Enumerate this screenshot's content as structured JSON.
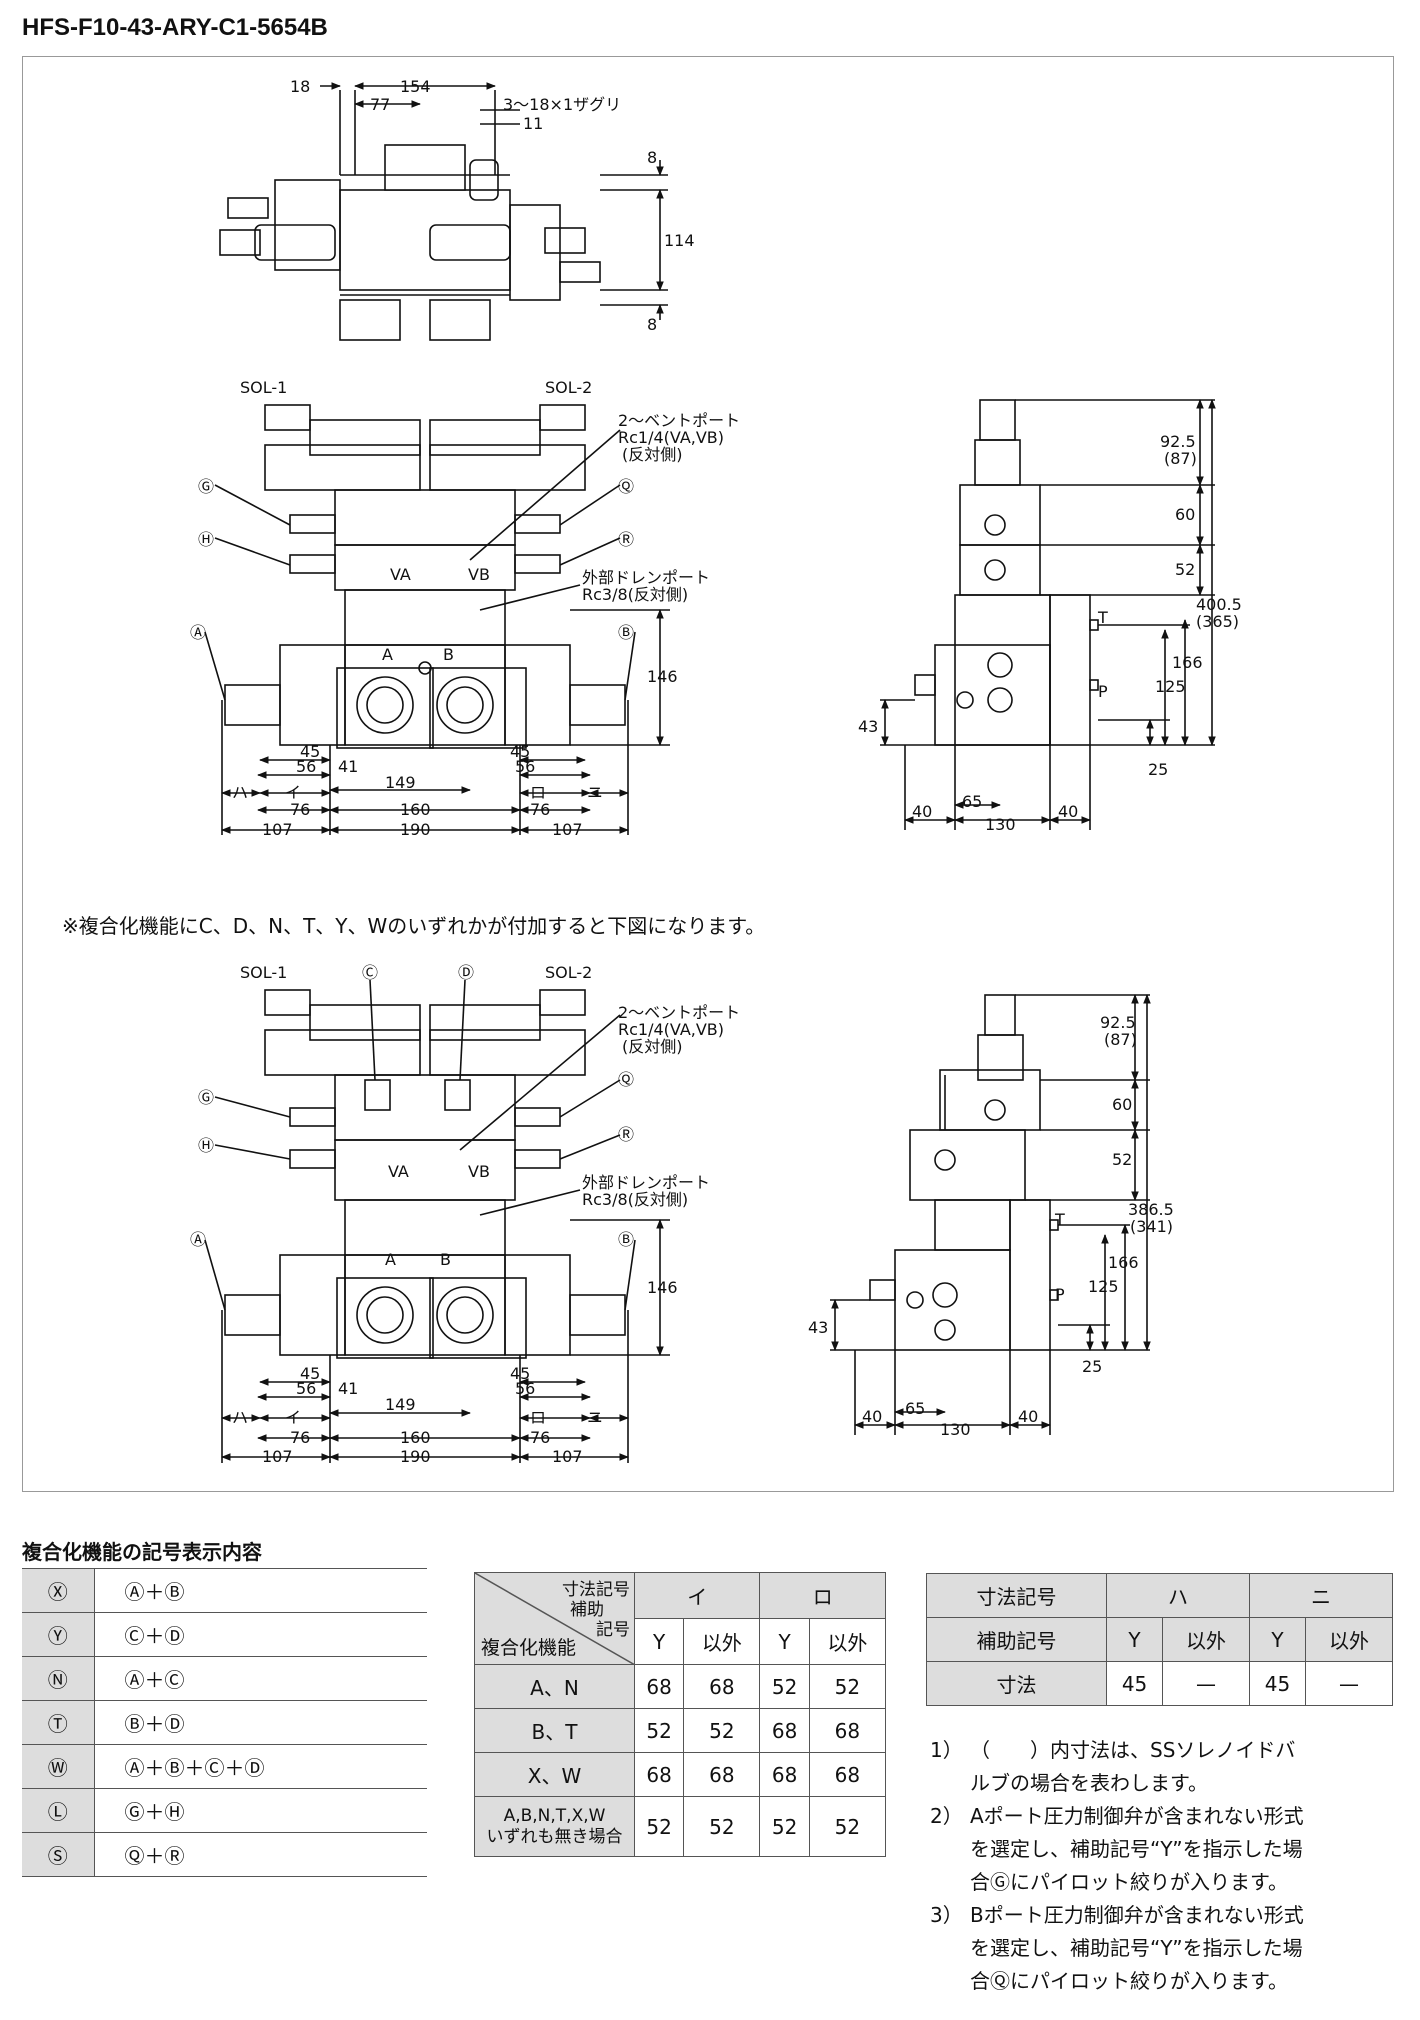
{
  "title": "HFS-F10-43-ARY-C1-5654B",
  "top_view": {
    "dims": [
      "18",
      "154",
      "77",
      "3～18×1ザグリ",
      "11",
      "8",
      "114",
      "8"
    ]
  },
  "front_view_1": {
    "labels": [
      "SOL-1",
      "SOL-2",
      "2～ベントポート",
      "Rc1/4(VA,VB)",
      "(反対側)",
      "外部ドレンポート",
      "Rc3/8(反対側)",
      "VA",
      "VB",
      "A",
      "B"
    ],
    "ports": [
      "Ⓖ",
      "Ⓗ",
      "Ⓐ",
      "Ⓠ",
      "Ⓡ",
      "Ⓑ"
    ],
    "dims": [
      "146",
      "45",
      "56",
      "41",
      "149",
      "45",
      "56",
      "ハ",
      "イ",
      "ロ",
      "ニ",
      "76",
      "160",
      "76",
      "107",
      "190",
      "107"
    ]
  },
  "side_view_1": {
    "dims": [
      "92.5",
      "(87)",
      "60",
      "52",
      "400.5",
      "(365)",
      "166",
      "125",
      "43",
      "25",
      "65",
      "40",
      "130",
      "40"
    ],
    "labels": [
      "T",
      "P"
    ]
  },
  "mid_note": "※複合化機能にC、D、N、T、Y、Wのいずれかが付加すると下図になります。",
  "front_view_2": {
    "labels": [
      "SOL-1",
      "SOL-2",
      "Ⓒ",
      "Ⓓ",
      "2～ベントポート",
      "Rc1/4(VA,VB)",
      "(反対側)",
      "外部ドレンポート",
      "Rc3/8(反対側)",
      "VA",
      "VB",
      "A",
      "B"
    ],
    "ports": [
      "Ⓖ",
      "Ⓗ",
      "Ⓐ",
      "Ⓠ",
      "Ⓡ",
      "Ⓑ"
    ],
    "dims": [
      "146",
      "45",
      "56",
      "41",
      "149",
      "45",
      "56",
      "ハ",
      "イ",
      "ロ",
      "ニ",
      "76",
      "160",
      "76",
      "107",
      "190",
      "107"
    ]
  },
  "side_view_2": {
    "dims": [
      "92.5",
      "(87)",
      "60",
      "52",
      "386.5",
      "(341)",
      "166",
      "125",
      "43",
      "25",
      "65",
      "40",
      "130",
      "40"
    ],
    "labels": [
      "T",
      "P"
    ]
  },
  "symbol_table": {
    "title": "複合化機能の記号表示内容",
    "rows": [
      {
        "code": "Ⓧ",
        "meaning": "Ⓐ＋Ⓑ"
      },
      {
        "code": "Ⓨ",
        "meaning": "Ⓒ＋Ⓓ"
      },
      {
        "code": "Ⓝ",
        "meaning": "Ⓐ＋Ⓒ"
      },
      {
        "code": "Ⓣ",
        "meaning": "Ⓑ＋Ⓓ"
      },
      {
        "code": "Ⓦ",
        "meaning": "Ⓐ＋Ⓑ＋Ⓒ＋Ⓓ"
      },
      {
        "code": "Ⓛ",
        "meaning": "Ⓖ＋Ⓗ"
      },
      {
        "code": "Ⓢ",
        "meaning": "Ⓠ＋Ⓡ"
      }
    ]
  },
  "dim_table_1": {
    "corner": {
      "dim_code": "寸法記号",
      "aux": "補助",
      "aux2": "記号",
      "func": "複合化機能"
    },
    "col_groups": [
      "イ",
      "ロ"
    ],
    "sub_cols": [
      "Y",
      "以外",
      "Y",
      "以外"
    ],
    "rows": [
      {
        "label": "A、N",
        "values": [
          "68",
          "68",
          "52",
          "52"
        ]
      },
      {
        "label": "B、T",
        "values": [
          "52",
          "52",
          "68",
          "68"
        ]
      },
      {
        "label": "X、W",
        "values": [
          "68",
          "68",
          "68",
          "68"
        ]
      },
      {
        "label": "A,B,N,T,X,W",
        "label2": "いずれも無き場合",
        "values": [
          "52",
          "52",
          "52",
          "52"
        ]
      }
    ]
  },
  "dim_table_2": {
    "h1": "寸法記号",
    "g1": "ハ",
    "g2": "ニ",
    "h2": "補助記号",
    "s1": "Y",
    "s2": "以外",
    "s3": "Y",
    "s4": "以外",
    "h3": "寸法",
    "v1": "45",
    "v2": "—",
    "v3": "45",
    "v4": "—"
  },
  "notes": [
    {
      "num": "1）",
      "lines": [
        "（　　）内寸法は、SSソレノイドバ",
        "ルブの場合を表わします。"
      ]
    },
    {
      "num": "2）",
      "lines": [
        "Aポート圧力制御弁が含まれない形式",
        "を選定し、補助記号“Y”を指示した場",
        "合Ⓖにパイロット絞りが入ります。"
      ]
    },
    {
      "num": "3）",
      "lines": [
        "Bポート圧力制御弁が含まれない形式",
        "を選定し、補助記号“Y”を指示した場",
        "合Ⓠにパイロット絞りが入ります。"
      ]
    }
  ]
}
